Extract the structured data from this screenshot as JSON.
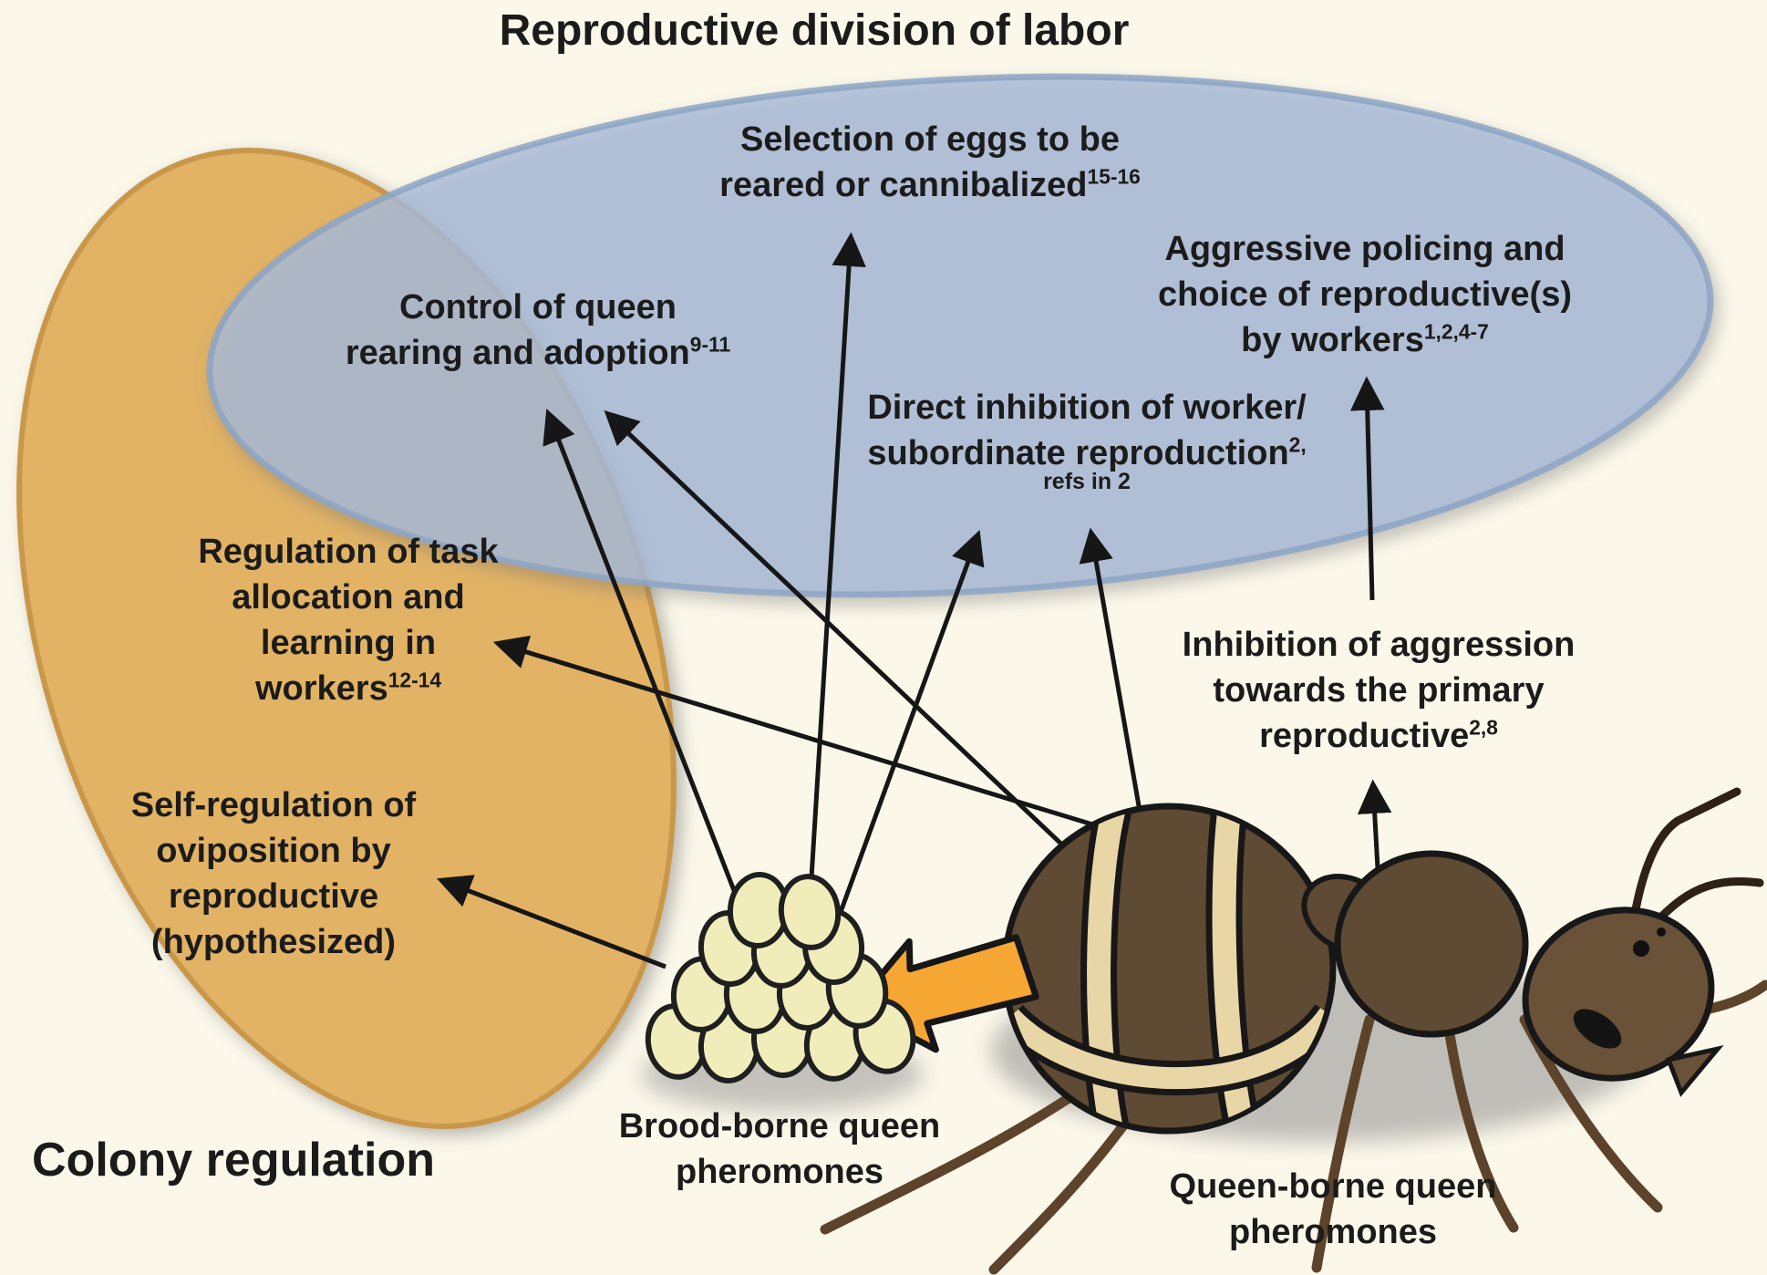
{
  "title": "Reproductive division of labor",
  "regions": {
    "blue_region_label": "Reproductive division of labor",
    "orange_region_label": "Colony regulation"
  },
  "labels": {
    "selection": {
      "line1": "Selection of eggs to be",
      "line2": "reared or cannibalized",
      "sup": "15-16"
    },
    "aggressive_policing": {
      "line1": "Aggressive policing and",
      "line2": "choice of reproductive(s)",
      "line3": "by workers",
      "sup": "1,2,4-7"
    },
    "queen_rearing": {
      "line1": "Control of queen",
      "line2": "rearing and adoption",
      "sup": "9-11"
    },
    "direct_inhibition": {
      "line1": "Direct inhibition of worker/",
      "line2": "subordinate reproduction",
      "sup": "2,",
      "note": "refs in 2"
    },
    "task_allocation": {
      "line1": "Regulation of task",
      "line2": "allocation and",
      "line3": "learning in",
      "line4": "workers",
      "sup": "12-14"
    },
    "self_regulation": {
      "line1": "Self-regulation of",
      "line2": "oviposition by",
      "line3": "reproductive",
      "line4": "(hypothesized)"
    },
    "inhibition_aggression": {
      "line1": "Inhibition of aggression",
      "line2": "towards the primary",
      "line3": "reproductive",
      "sup": "2,8"
    },
    "colony_regulation": "Colony regulation",
    "brood_pheromones": {
      "line1": "Brood-borne queen",
      "line2": "pheromones"
    },
    "queen_pheromones": {
      "line1": "Queen-borne queen",
      "line2": "pheromones"
    }
  },
  "colors": {
    "background": "#fbf8ea",
    "blue_region": "#a9bcd8",
    "blue_region_rim": "#8da4c4",
    "orange_region": "#e2b365",
    "orange_region_rim": "#c9974a",
    "egg_fill": "#f1edbb",
    "transfer_arrow_orange": "#f6a733",
    "ant_brown": "#5f4a33",
    "ant_stripe_cream": "#e9d6a6",
    "arrow_black": "#161616",
    "text_color": "#1b1b1b"
  },
  "icons": {
    "egg_pile": "egg-pile-illustration",
    "queen_ant": "queen-ant-illustration",
    "transfer_arrow": "pheromone-transfer-arrow"
  }
}
